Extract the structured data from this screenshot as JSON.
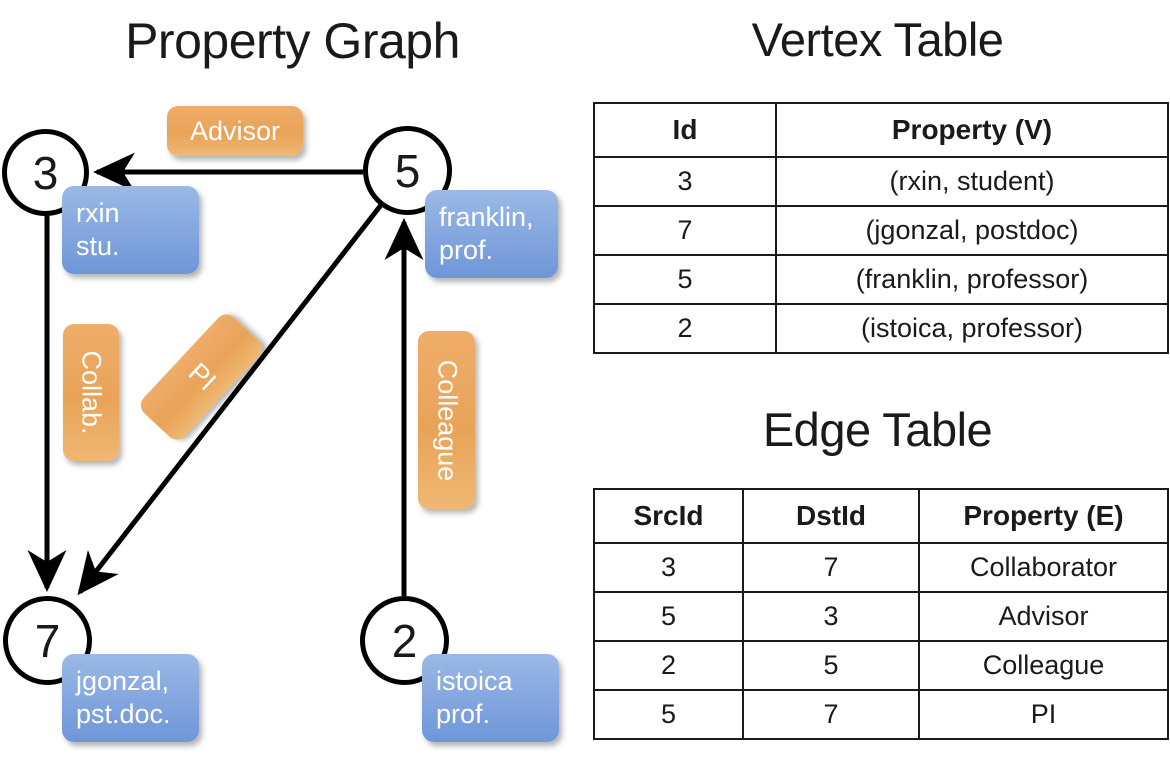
{
  "titles": {
    "property_graph": "Property Graph",
    "vertex_table": "Vertex Table",
    "edge_table": "Edge Table"
  },
  "colors": {
    "vertex_row_blue": "#d3ddef",
    "edge_row_orange": "#f7dec4",
    "vertex_box_blue": "#87a9e0",
    "edge_label_orange": "#e9a358",
    "stroke_black": "#000000"
  },
  "graph": {
    "nodes": [
      {
        "id": "3",
        "property_line1": "rxin",
        "property_line2": "stu."
      },
      {
        "id": "5",
        "property_line1": "franklin,",
        "property_line2": "prof."
      },
      {
        "id": "7",
        "property_line1": "jgonzal,",
        "property_line2": "pst.doc."
      },
      {
        "id": "2",
        "property_line1": "istoica",
        "property_line2": "prof."
      }
    ],
    "edge_labels": [
      {
        "name": "advisor",
        "text": "Advisor",
        "orientation": "horizontal"
      },
      {
        "name": "collab",
        "text": "Collab.",
        "orientation": "vertical"
      },
      {
        "name": "pi",
        "text": "PI",
        "orientation": "diagonal"
      },
      {
        "name": "colleague",
        "text": "Colleague",
        "orientation": "vertical"
      }
    ],
    "edges": [
      {
        "src": "5",
        "dst": "3",
        "label": "Advisor"
      },
      {
        "src": "3",
        "dst": "7",
        "label": "Collab."
      },
      {
        "src": "5",
        "dst": "7",
        "label": "PI"
      },
      {
        "src": "2",
        "dst": "5",
        "label": "Colleague"
      }
    ]
  },
  "vertex_table": {
    "headers": [
      "Id",
      "Property (V)"
    ],
    "rows": [
      {
        "id": "3",
        "property": "(rxin, student)"
      },
      {
        "id": "7",
        "property": "(jgonzal, postdoc)"
      },
      {
        "id": "5",
        "property": "(franklin, professor)"
      },
      {
        "id": "2",
        "property": "(istoica, professor)"
      }
    ]
  },
  "edge_table": {
    "headers": [
      "SrcId",
      "DstId",
      "Property (E)"
    ],
    "rows": [
      {
        "src": "3",
        "dst": "7",
        "property": "Collaborator"
      },
      {
        "src": "5",
        "dst": "3",
        "property": "Advisor"
      },
      {
        "src": "2",
        "dst": "5",
        "property": "Colleague"
      },
      {
        "src": "5",
        "dst": "7",
        "property": "PI"
      }
    ]
  }
}
